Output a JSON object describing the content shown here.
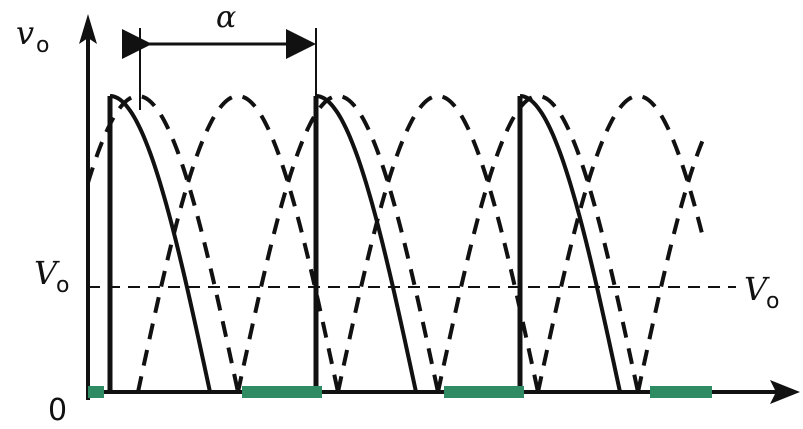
{
  "labels": {
    "y_axis": "v",
    "y_axis_sub": "o",
    "level_left": "V",
    "level_left_sub": "o",
    "level_right": "V",
    "level_right_sub": "o",
    "origin": "0",
    "angle": "α"
  },
  "colors": {
    "stroke": "#111111",
    "conduction": "#2e8b64",
    "background": "#ffffff"
  },
  "waveform": {
    "dc_level_fraction": 0.37,
    "firing_angle_label": "α",
    "cycles": 3
  }
}
